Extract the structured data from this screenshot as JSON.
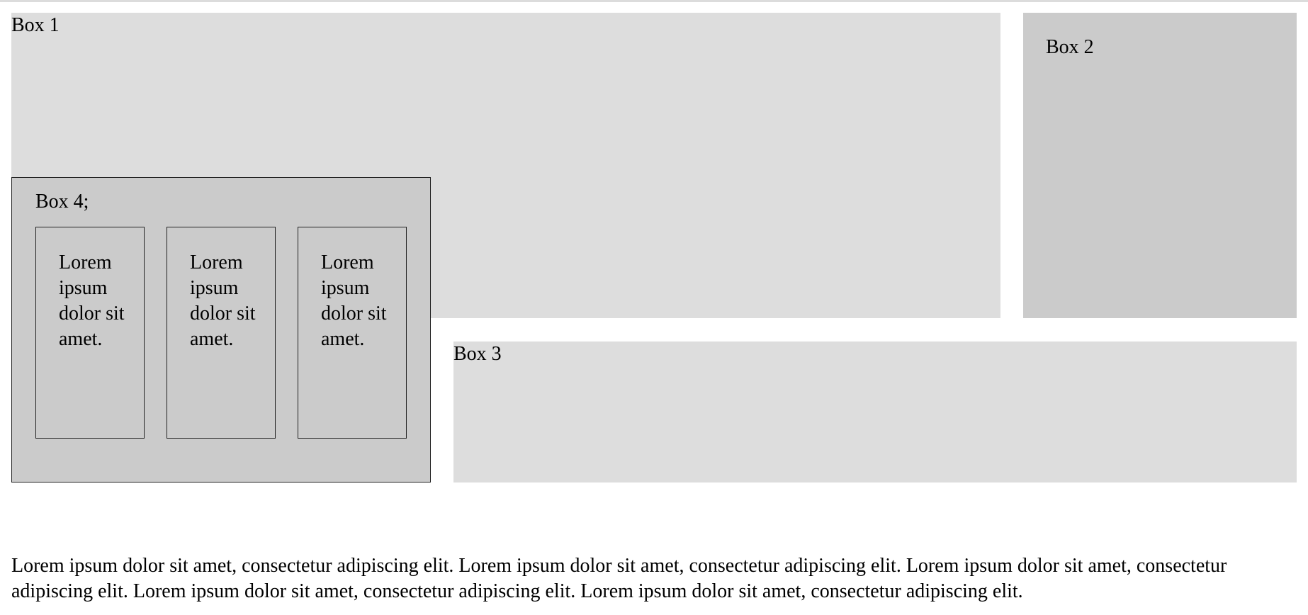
{
  "boxes": {
    "box1": {
      "label": "Box 1"
    },
    "box2": {
      "label": "Box 2"
    },
    "box3": {
      "label": "Box 3"
    },
    "box4": {
      "label": "Box 4;",
      "cards": [
        {
          "text": "Lorem ipsum dolor sit amet."
        },
        {
          "text": "Lorem ipsum dolor sit amet."
        },
        {
          "text": "Lorem ipsum dolor sit amet."
        }
      ]
    }
  },
  "paragraph": {
    "text": "Lorem ipsum dolor sit amet, consectetur adipiscing elit. Lorem ipsum dolor sit amet, consectetur adipiscing elit. Lorem ipsum dolor sit amet, consectetur adipiscing elit. Lorem ipsum dolor sit amet, consectetur adipiscing elit. Lorem ipsum dolor sit amet, consectetur adipiscing elit."
  },
  "colors": {
    "box_light": "#dddddd",
    "box_dark": "#cbcbcb",
    "border": "#222222",
    "background": "#ffffff"
  }
}
